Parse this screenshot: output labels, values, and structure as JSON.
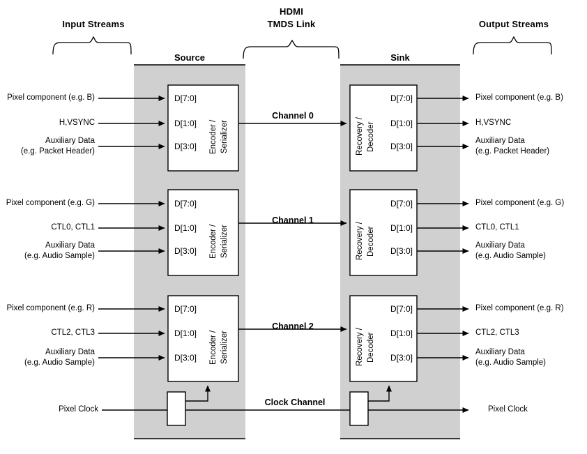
{
  "diagram": {
    "title": "HDMI TMDS Link block diagram",
    "colors": {
      "device_fill": "#d0d0d0",
      "block_fill": "#ffffff",
      "stroke": "#000000",
      "background": "#ffffff"
    }
  },
  "headers": {
    "input_streams": "Input Streams",
    "hdmi_link_line1": "HDMI",
    "hdmi_link_line2": "TMDS Link",
    "output_streams": "Output Streams"
  },
  "devices": {
    "source": {
      "title": "Source",
      "block_label_line1": "Encoder /",
      "block_label_line2": "Serializer"
    },
    "sink": {
      "title": "Sink",
      "block_label_line1": "Recovery /",
      "block_label_line2": "Decoder"
    }
  },
  "pins": {
    "d70": "D[7:0]",
    "d10": "D[1:0]",
    "d30": "D[3:0]"
  },
  "channels": [
    {
      "name": "Channel 0",
      "inputs": [
        {
          "line1": "Pixel component (e.g. B)",
          "line2": "",
          "pin": "D[7:0]"
        },
        {
          "line1": "H,VSYNC",
          "line2": "",
          "pin": "D[1:0]"
        },
        {
          "line1": "Auxiliary Data",
          "line2": "(e.g. Packet Header)",
          "pin": "D[3:0]"
        }
      ],
      "outputs": [
        {
          "line1": "Pixel component (e.g. B)",
          "line2": "",
          "pin": "D[7:0]"
        },
        {
          "line1": "H,VSYNC",
          "line2": "",
          "pin": "D[1:0]"
        },
        {
          "line1": "Auxiliary Data",
          "line2": "(e.g. Packet Header)",
          "pin": "D[3:0]"
        }
      ]
    },
    {
      "name": "Channel 1",
      "inputs": [
        {
          "line1": "Pixel component (e.g. G)",
          "line2": "",
          "pin": "D[7:0]"
        },
        {
          "line1": "CTL0, CTL1",
          "line2": "",
          "pin": "D[1:0]"
        },
        {
          "line1": "Auxiliary Data",
          "line2": "(e.g. Audio Sample)",
          "pin": "D[3:0]"
        }
      ],
      "outputs": [
        {
          "line1": "Pixel component (e.g. G)",
          "line2": "",
          "pin": "D[7:0]"
        },
        {
          "line1": "CTL0, CTL1",
          "line2": "",
          "pin": "D[1:0]"
        },
        {
          "line1": "Auxiliary Data",
          "line2": "(e.g. Audio Sample)",
          "pin": "D[3:0]"
        }
      ]
    },
    {
      "name": "Channel 2",
      "inputs": [
        {
          "line1": "Pixel component (e.g. R)",
          "line2": "",
          "pin": "D[7:0]"
        },
        {
          "line1": "CTL2, CTL3",
          "line2": "",
          "pin": "D[1:0]"
        },
        {
          "line1": "Auxiliary Data",
          "line2": "(e.g. Audio Sample)",
          "pin": "D[3:0]"
        }
      ],
      "outputs": [
        {
          "line1": "Pixel component (e.g. R)",
          "line2": "",
          "pin": "D[7:0]"
        },
        {
          "line1": "CTL2, CTL3",
          "line2": "",
          "pin": "D[1:0]"
        },
        {
          "line1": "Auxiliary Data",
          "line2": "(e.g. Audio Sample)",
          "pin": "D[3:0]"
        }
      ]
    }
  ],
  "clock": {
    "name": "Clock Channel",
    "input_label": "Pixel Clock",
    "output_label": "Pixel Clock"
  }
}
